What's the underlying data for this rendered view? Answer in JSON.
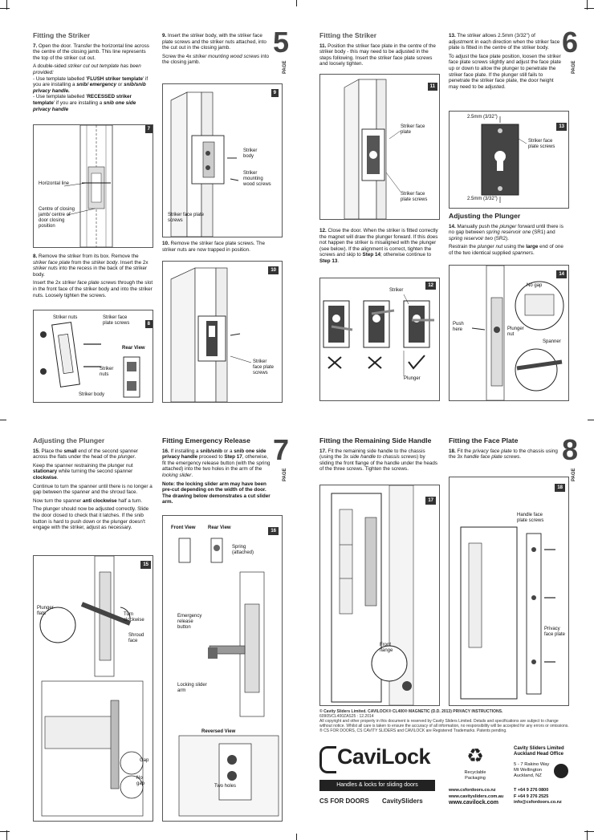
{
  "p5": {
    "page_label": "PAGE",
    "page_num": "5",
    "title": "Fitting the Striker",
    "s7_num": "7.",
    "s7_text": "Open the door. Transfer the horizontal line across the centre of the closing jamb. This line represents the top of the striker cut out.",
    "s7b_a": "A double-sided ",
    "s7b_b": "striker cut out template",
    "s7b_c": " has been provided:",
    "s7c_a": "- Use template labelled '",
    "s7c_b": "FLUSH striker template",
    "s7c_c": "' if you are installing a ",
    "s7c_d": "snib/ emergency",
    "s7c_e": " or ",
    "s7c_f": "snib/snib privacy handle.",
    "s7d_a": "- Use template labelled '",
    "s7d_b": "RECESSED striker template",
    "s7d_c": "' if you are installing a ",
    "s7d_d": "snib one side privacy handle",
    "fig7_tag": "7",
    "fig7_l1": "Horizontal line",
    "fig7_l2": "Centre of closing jamb/ centre of door closing position",
    "s8_num": "8.",
    "s8_a": "Remove the striker from its box. Remove the ",
    "s8_b": "striker face plate",
    "s8_c": " from the ",
    "s8_d": "striker body",
    "s8_e": ". Insert the 2x ",
    "s8_f": "striker nuts",
    "s8_g": " into the recess in the back of the striker body.",
    "s8b_a": "Insert the 2x ",
    "s8b_b": "striker face plate screws",
    "s8b_c": " through the slot in the front face of the striker body and into the striker nuts. Loosely tighten the screws.",
    "fig8_tag": "8",
    "fig8_l1": "Striker nuts",
    "fig8_l2": "Striker face plate screws",
    "fig8_l3": "Rear View",
    "fig8_l4": "Striker nuts",
    "fig8_l5": "Striker body",
    "s9_num": "9.",
    "s9_text": "Insert the striker body, with the striker face plate screws and the striker nuts attached, into the cut out in the closing jamb.",
    "s9b_a": "Screw the 4x ",
    "s9b_b": "striker mounting wood screws",
    "s9b_c": " into the closing jamb.",
    "fig9_tag": "9",
    "fig9_l1": "Striker body",
    "fig9_l2": "Striker mounting wood screws",
    "fig9_l3": "Striker face plate screws",
    "s10_num": "10.",
    "s10_text": "Remove the striker face plate screws. The striker nuts are now trapped in position.",
    "fig10_tag": "10",
    "fig10_l1": "Striker face plate screws"
  },
  "p6": {
    "page_label": "PAGE",
    "page_num": "6",
    "title": "Fitting the Striker",
    "s11_num": "11.",
    "s11_text": "Position the striker face plate in the centre of the striker body - this may need to be adjusted in the steps following. Insert the striker face plate screws and loosely tighten.",
    "fig11_tag": "11",
    "fig11_l1": "Striker face plate",
    "fig11_l2": "Striker face plate screws",
    "s12_num": "12.",
    "s12_a": "Close the door. When the striker is fitted correctly the magnet will draw the plunger forward. If this does not happen the striker is misaligned with the plunger (see below). If the alignment is correct, tighten the screws and skip to ",
    "s12_b": "Step 14",
    "s12_c": "; otherwise continue to ",
    "s12_d": "Step 13",
    "fig12_tag": "12",
    "fig12_l1": "Striker",
    "fig12_l2": "Plunger",
    "s13_num": "13.",
    "s13_text": "The striker allows 2.5mm (3/32\") of adjustment in each direction when the striker face plate is fitted in the centre of the striker body.",
    "s13b": "To adjust the face plate position, loosen the striker face plate screws slightly and adjust the face plate up or down to allow the plunger to penetrate the striker face plate. If the plunger still fails to penetrate the striker face plate, the door height may need to be adjusted.",
    "fig13_tag": "13",
    "fig13_l1": "2.5mm (3/32\")",
    "fig13_l2": "Striker face plate screws",
    "fig13_l3": "2.5mm (3/32\")",
    "title2": "Adjusting the Plunger",
    "s14_num": "14.",
    "s14_a": "Manually push the ",
    "s14_b": "plunger",
    "s14_c": " forward until there is no gap between ",
    "s14_d": "spring reservoir one",
    "s14_e": " (SR1) and ",
    "s14_f": "spring reservoir two",
    "s14_g": " (SR2).",
    "s14b_a": "Restrain the ",
    "s14b_b": "plunger nut",
    "s14b_c": " using the ",
    "s14b_d": "large",
    "s14b_e": " end of one of the two identical supplied ",
    "s14b_f": "spanners",
    "fig14_tag": "14",
    "fig14_l1": "No gap",
    "fig14_l2": "Push here",
    "fig14_l3": "Plunger nut",
    "fig14_l4": "Spanner"
  },
  "p7": {
    "page_label": "PAGE",
    "page_num": "7",
    "title": "Adjusting the Plunger",
    "s15_num": "15.",
    "s15_a": "Place the ",
    "s15_b": "small",
    "s15_c": " end of the second spanner across the flats under the head of the ",
    "s15_d": "plunger",
    "s15b_a": "Keep the spanner restraining the plunger nut ",
    "s15b_b": "stationary",
    "s15b_c": " while turning the second spanner ",
    "s15b_d": "clockwise",
    "s15c": "Continue to turn the spanner until there is no longer a gap between the spanner and the shroud face.",
    "s15d_a": "Now turn the spanner ",
    "s15d_b": "anti clockwise",
    "s15d_c": " half a turn.",
    "s15e": "The plunger should now be adjusted correctly. Slide the door closed to check that it latches. If the snib button is hard to push down or the plunger doesn't engage with the striker, adjust as necessary.",
    "fig15_tag": "15",
    "fig15_l1": "Plunger flats",
    "fig15_l2": "Turn clockwise",
    "fig15_l3": "Shroud face",
    "fig15_l4": "Gap",
    "fig15_l5": "No gap",
    "title2": "Fitting Emergency Release",
    "s16_num": "16.",
    "s16_a": "If installing a ",
    "s16_b": "snib/snib",
    "s16_c": " or a ",
    "s16_d": "snib one side privacy handle",
    "s16_e": " proceed to ",
    "s16_f": "Step 17",
    "s16_g": ", otherwise, fit the emergency release button (with the spring attached) into the two holes in the arm of the ",
    "s16_h": "locking slider",
    "s16_note": "Note: the locking slider arm may have been pre-cut depending on the width of the door. The drawing below demonstrates a cut slider arm.",
    "fig16_tag": "16",
    "fig16_l1": "Front View",
    "fig16_l2": "Rear View",
    "fig16_l3": "Spring (attached)",
    "fig16_l4": "Emergency release button",
    "fig16_l5": "Locking slider arm",
    "fig16_l6": "Reversed View",
    "fig16_l7": "Two holes"
  },
  "p8": {
    "page_label": "PAGE",
    "page_num": "8",
    "title": "Fitting the Remaining Side Handle",
    "s17_num": "17.",
    "s17_a": "Fit the remaining side handle to the chassis (using the 3x ",
    "s17_b": "side handle to chassis screws",
    "s17_c": ") by sliding the front flange of the handle under the heads of the three screws. Tighten the screws.",
    "fig17_tag": "17",
    "fig17_l1": "Front flange",
    "title2": "Fitting the Face Plate",
    "s18_num": "18.",
    "s18_a": "Fit the ",
    "s18_b": "privacy face plate",
    "s18_c": " to the chassis using the 3x ",
    "s18_d": "handle face plate screws",
    "fig18_tag": "18",
    "fig18_l1": "Handle face plate screws",
    "fig18_l2": "Privacy face plate",
    "legal1": "© Cavity Sliders Limited. CAVILOCK® CL400® MAGNETIC (D.D. 2013) PRIVACY INSTRUCTIONS.",
    "legal2": "60905/CL400ZAS25 : 12.2014",
    "legal3": "All copyright and other property in this document is reserved by Cavity Sliders Limited. Details and specifications are subject to change without notice. Whilst all care is taken to ensure the accuracy of all information, no responsibility will be accepted for any errors or omissions. ® CS FOR DOORS, CS CAVITY SLIDERS and CAVILOCK are Registered Trademarks. Patents pending.",
    "logo": "CaviLock",
    "tagline": "Handles & locks for sliding doors",
    "brand1": "CS FOR DOORS",
    "brand2": "CavitySliders",
    "recycle": "Recyclable Packaging",
    "office_title": "Cavity Sliders Limited Auckland Head Office",
    "office_addr": "5 - 7 Rakino Way Mt Wellington Auckland, NZ",
    "web1": "www.csfordoors.co.nz",
    "web2": "www.cavitysliders.com.au",
    "web3": "www.cavilock.com",
    "tel": "T  +64 9 276 0800",
    "fax": "F  +64 9 276 2525",
    "email": "info@csfordoors.co.nz"
  }
}
